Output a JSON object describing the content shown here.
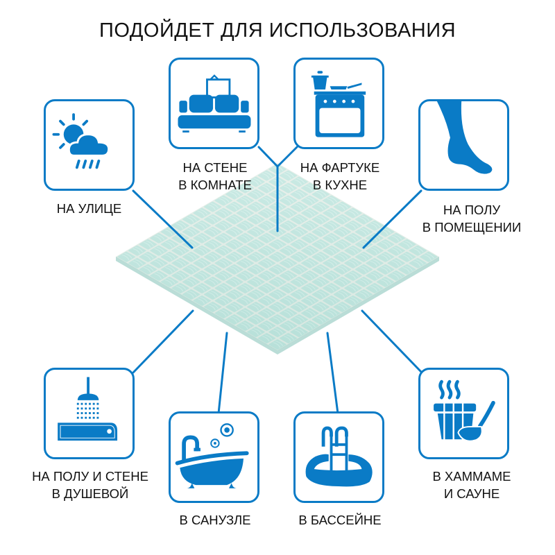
{
  "header": {
    "title": "ПОДОЙДЕТ ДЛЯ ИСПОЛЬЗОВАНИЯ"
  },
  "colors": {
    "accent": "#0a7bc6",
    "tile": "#bfe6df",
    "tile_dark": "#a8d9d3",
    "grout": "#e8efe9",
    "text": "#111111"
  },
  "product": {
    "name": "mosaic-tile-sheet",
    "color_description": "light aqua glass mosaic"
  },
  "usages": [
    {
      "id": "outdoor",
      "icon": "weather-sun-cloud-rain-icon",
      "line1": "НА УЛИЦЕ",
      "line2": ""
    },
    {
      "id": "living-room-wall",
      "icon": "sofa-picture-icon",
      "line1": "НА СТЕНЕ",
      "line2": "В КОМНАТЕ"
    },
    {
      "id": "kitchen-backsplash",
      "icon": "stove-pot-pan-icon",
      "line1": "НА ФАРТУКЕ",
      "line2": "В КУХНЕ"
    },
    {
      "id": "indoor-floor",
      "icon": "foot-icon",
      "line1": "НА ПОЛУ",
      "line2": "В ПОМЕЩЕНИИ"
    },
    {
      "id": "shower",
      "icon": "shower-tray-icon",
      "line1": "НА ПОЛУ И СТЕНЕ",
      "line2": "В ДУШЕВОЙ"
    },
    {
      "id": "bathroom",
      "icon": "bathtub-icon",
      "line1": "В САНУЗЛЕ",
      "line2": ""
    },
    {
      "id": "pool",
      "icon": "pool-ladder-icon",
      "line1": "В БАССЕЙНЕ",
      "line2": ""
    },
    {
      "id": "sauna",
      "icon": "sauna-bucket-ladle-icon",
      "line1": "В ХАММАМЕ",
      "line2": "И САУНЕ"
    }
  ]
}
